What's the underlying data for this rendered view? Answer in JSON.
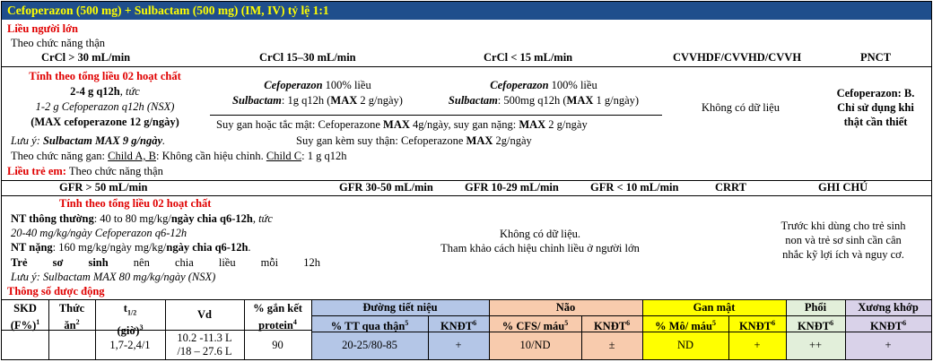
{
  "title": "Cefoperazon (500 mg) + Sulbactam (500 mg) (IM, IV) tỷ lệ 1:1",
  "adult": {
    "heading": "Liều người lớn",
    "renal_intro": "Theo chức năng thận",
    "col_headers": [
      "CrCl > 30 mL/min",
      "CrCl 15–30 mL/min",
      "CrCl < 15 mL/min",
      "CVVHDF/CVVHD/CVVH",
      "PNCT"
    ],
    "col1": {
      "heading": "Tính theo tổng liều 02 hoạt chất",
      "dose": "2-4 g q12h",
      "dose_suffix": ", tức",
      "line2": "1-2 g Cefoperazon q12h (NSX)",
      "line3_open": "(",
      "line3_max": "MAX cefoperazone 12 g/ngày",
      "line3_close": ")",
      "note_label": "Lưu ý:",
      "note": " Sulbactam MAX  9 g/ngày",
      "note_end": "."
    },
    "col2": {
      "drug1": "Cefoperazon",
      "drug1_dose": " 100% liều",
      "drug2": "Sulbactam",
      "drug2_dose_a": ": 1g q12h (",
      "drug2_max": "MAX",
      "drug2_dose_b": " 2 g/ngày)"
    },
    "col3": {
      "drug1": "Cefoperazon",
      "drug1_dose": " 100% liều",
      "drug2": "Sulbactam",
      "drug2_dose_a": ": 500mg q12h (",
      "drug2_max": "MAX",
      "drug2_dose_b": " 1 g/ngày)"
    },
    "col4": "Không có dữ liệu",
    "col5": [
      "Cefoperazon: B.",
      "Chỉ sử dụng khi",
      "thật cần thiết"
    ],
    "hepatic1_a": "Suy gan hoặc tắc mật: Cefoperazone ",
    "hepatic1_max1": "MAX",
    "hepatic1_b": " 4g/ngày, suy gan nặng: ",
    "hepatic1_max2": "MAX",
    "hepatic1_c": " 2 g/ngày",
    "hepatic2_a": "Suy gan kèm suy thận: Cefoperazone ",
    "hepatic2_max": "MAX",
    "hepatic2_b": " 2g/ngày",
    "liver_a": "Theo chức năng gan: ",
    "liver_childab": "Child A, B",
    "liver_b": ": Không cần hiệu chỉnh. ",
    "liver_childc": "Child C",
    "liver_c": ": 1 g q12h"
  },
  "child": {
    "heading": "Liều trẻ em:",
    "heading_suffix": " Theo chức năng thận",
    "col_headers": [
      "GFR > 50 mL/min",
      "GFR 30-50 mL/min",
      "GFR 10-29 mL/min",
      "GFR < 10 mL/min",
      "CRRT",
      "GHI CHÚ"
    ],
    "col1_heading": "Tính theo tổng liều 02 hoạt chất",
    "nt_normal_label": "NT thông thường",
    "nt_normal_a": ": 40 to 80 mg/kg/",
    "nt_normal_b": "ngày chia q6-12h",
    "nt_normal_c": ", tức",
    "nt_normal_line2": "20-40 mg/kg/ngày Cefoperazon q6-12h",
    "nt_severe_label": "NT nặng",
    "nt_severe_a": ": 160 mg/kg/ngày mg/kg/",
    "nt_severe_b": "ngày chia q6-12h",
    "nt_severe_c": ".",
    "newborn_words": [
      "Trẻ",
      "sơ",
      "sinh",
      "nên",
      "chia",
      "liều",
      "mỗi",
      "12h"
    ],
    "note": "Lưu ý: Sulbactam MAX 80 mg/kg/ngày (NSX)",
    "middle": [
      "Không có dữ liệu.",
      "Tham khảo cách hiệu chỉnh liều ở người lớn"
    ],
    "remark": [
      "Trước khi dùng cho trẻ sinh",
      "non và trẻ sơ sinh cần cân",
      "nhắc kỹ lợi ích và nguy cơ."
    ]
  },
  "pk": {
    "heading": "Thông số dược động",
    "headers": {
      "skd": "SKD",
      "skd2": "(F%)",
      "skd_sup": "1",
      "food": "Thức",
      "food2": "ăn",
      "food_sup": "2",
      "t12": "t",
      "t12_sub": "1/2",
      "t12_2": "(giờ)",
      "t12_sup": "3",
      "vd": "Vd",
      "protein": "% gắn kết",
      "protein2": "protein",
      "protein_sup": "4",
      "groups": [
        "Đường tiết niệu",
        "Não",
        "Gan mật",
        "Phổi",
        "Xương khớp"
      ],
      "sub": [
        "% TT qua thận",
        "KNĐT",
        "% CFS/ máu",
        "KNĐT",
        "% Mô/ máu",
        "KNĐT",
        "KNĐT",
        "KNĐT"
      ],
      "sub_sups": [
        "5",
        "6",
        "5",
        "6",
        "5",
        "6",
        "6",
        "6"
      ]
    },
    "values": {
      "skd": "",
      "food": "",
      "t12": "1,7-2,4/1",
      "vd1": "10.2 -11.3 L",
      "vd2": "/18 – 27.6 L",
      "protein": "90",
      "renal_pct": "20-25/80-85",
      "renal_kndt": "+",
      "csf": "10/ND",
      "csf_kndt": "±",
      "tissue": "ND",
      "tissue_kndt": "+",
      "lung_kndt": "++",
      "bone_kndt": "+"
    }
  },
  "colors": {
    "title_bg": "#1f4e8c",
    "title_text": "#ffff00",
    "heading_red": "#e00000",
    "renal_bg": "#b4c6e7",
    "brain_bg": "#f8cbad",
    "liver_bg": "#ffff00",
    "lung_bg": "#e2efda",
    "bone_bg": "#d9d2e9"
  }
}
